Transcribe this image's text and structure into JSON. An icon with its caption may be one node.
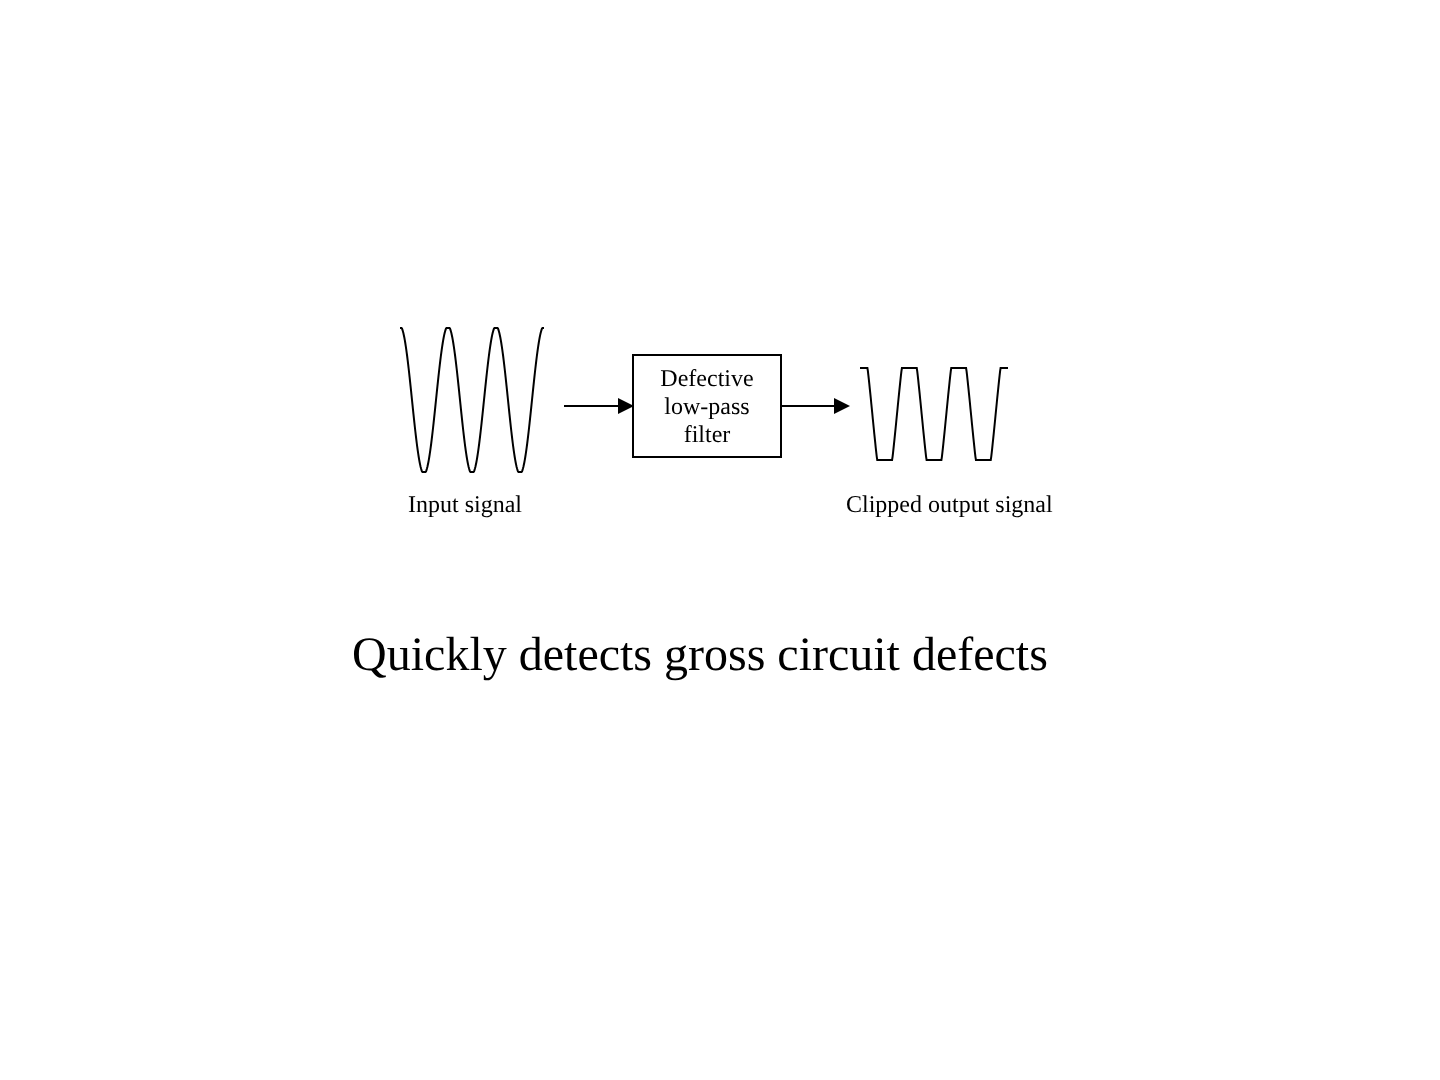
{
  "diagram": {
    "caption": "Quickly detects gross circuit defects",
    "nodes": [
      {
        "text": [],
        "shape": "picture",
        "beside": [
          "Input signal"
        ]
      },
      {
        "text": [
          "Defective low-pass filter"
        ]
      },
      {
        "text": [],
        "shape": "picture",
        "beside": [
          "Clipped output signal"
        ]
      }
    ],
    "edges": [
      {
        "from": 0,
        "to": 1,
        "arrow": "to"
      },
      {
        "from": 1,
        "to": 2,
        "arrow": "to"
      }
    ]
  }
}
